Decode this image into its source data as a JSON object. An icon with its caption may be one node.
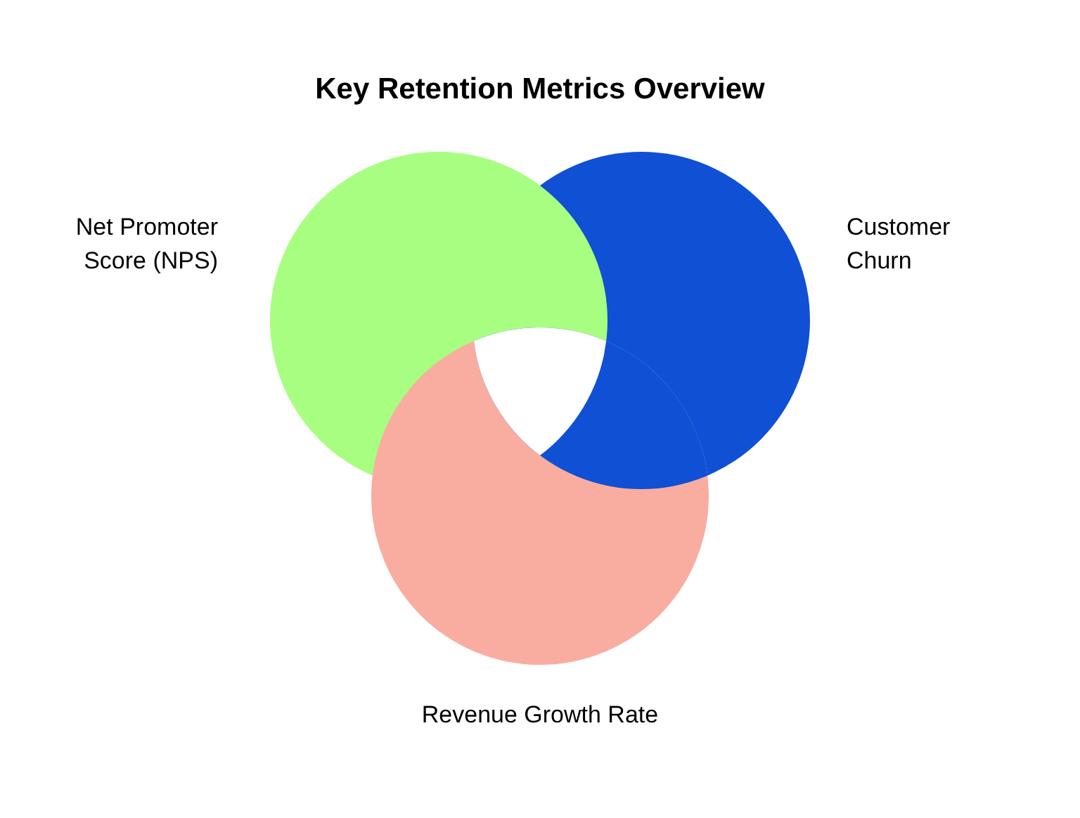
{
  "diagram": {
    "title": "Key Retention Metrics Overview",
    "nodes": [
      {
        "text": [
          "Net Promoter Score (NPS)"
        ]
      },
      {
        "text": [
          "Customer Churn"
        ]
      },
      {
        "text": [
          "Revenue Growth Rate"
        ]
      }
    ]
  }
}
